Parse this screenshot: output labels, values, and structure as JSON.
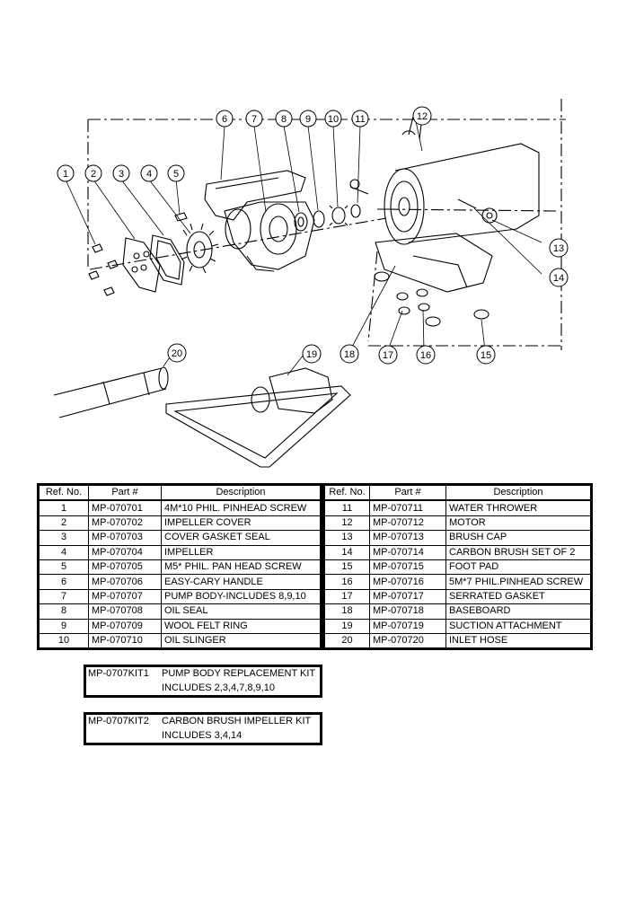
{
  "callouts": [
    "1",
    "2",
    "3",
    "4",
    "5",
    "6",
    "7",
    "8",
    "9",
    "10",
    "11",
    "12",
    "13",
    "14",
    "15",
    "16",
    "17",
    "18",
    "19",
    "20"
  ],
  "headers": {
    "ref": "Ref. No.",
    "part": "Part #",
    "desc": "Description"
  },
  "left_rows": [
    {
      "ref": "1",
      "part": "MP-070701",
      "desc": "4M*10 PHIL. PINHEAD SCREW"
    },
    {
      "ref": "2",
      "part": "MP-070702",
      "desc": "IMPELLER COVER"
    },
    {
      "ref": "3",
      "part": "MP-070703",
      "desc": "COVER GASKET SEAL"
    },
    {
      "ref": "4",
      "part": "MP-070704",
      "desc": "IMPELLER"
    },
    {
      "ref": "5",
      "part": "MP-070705",
      "desc": "M5* PHIL. PAN HEAD SCREW"
    },
    {
      "ref": "6",
      "part": "MP-070706",
      "desc": "EASY-CARY HANDLE"
    },
    {
      "ref": "7",
      "part": "MP-070707",
      "desc": "PUMP BODY-INCLUDES 8,9,10"
    },
    {
      "ref": "8",
      "part": "MP-070708",
      "desc": "OIL SEAL"
    },
    {
      "ref": "9",
      "part": "MP-070709",
      "desc": "WOOL FELT RING"
    },
    {
      "ref": "10",
      "part": "MP-070710",
      "desc": "OIL SLINGER"
    }
  ],
  "right_rows": [
    {
      "ref": "11",
      "part": "MP-070711",
      "desc": "WATER THROWER"
    },
    {
      "ref": "12",
      "part": "MP-070712",
      "desc": "MOTOR"
    },
    {
      "ref": "13",
      "part": "MP-070713",
      "desc": "BRUSH CAP"
    },
    {
      "ref": "14",
      "part": "MP-070714",
      "desc": "CARBON BRUSH SET OF 2"
    },
    {
      "ref": "15",
      "part": "MP-070715",
      "desc": "FOOT PAD"
    },
    {
      "ref": "16",
      "part": "MP-070716",
      "desc": "5M*7 PHIL.PINHEAD SCREW"
    },
    {
      "ref": "17",
      "part": "MP-070717",
      "desc": "SERRATED GASKET"
    },
    {
      "ref": "18",
      "part": "MP-070718",
      "desc": "BASEBOARD"
    },
    {
      "ref": "19",
      "part": "MP-070719",
      "desc": "SUCTION ATTACHMENT"
    },
    {
      "ref": "20",
      "part": "MP-070720",
      "desc": "INLET HOSE"
    }
  ],
  "kits": [
    {
      "code": "MP-0707KIT1",
      "line1": "PUMP BODY REPLACEMENT KIT",
      "line2": "INCLUDES 2,3,4,7,8,9,10"
    },
    {
      "code": "MP-0707KIT2",
      "line1": "CARBON BRUSH IMPELLER KIT",
      "line2": "INCLUDES 3,4,14"
    }
  ]
}
